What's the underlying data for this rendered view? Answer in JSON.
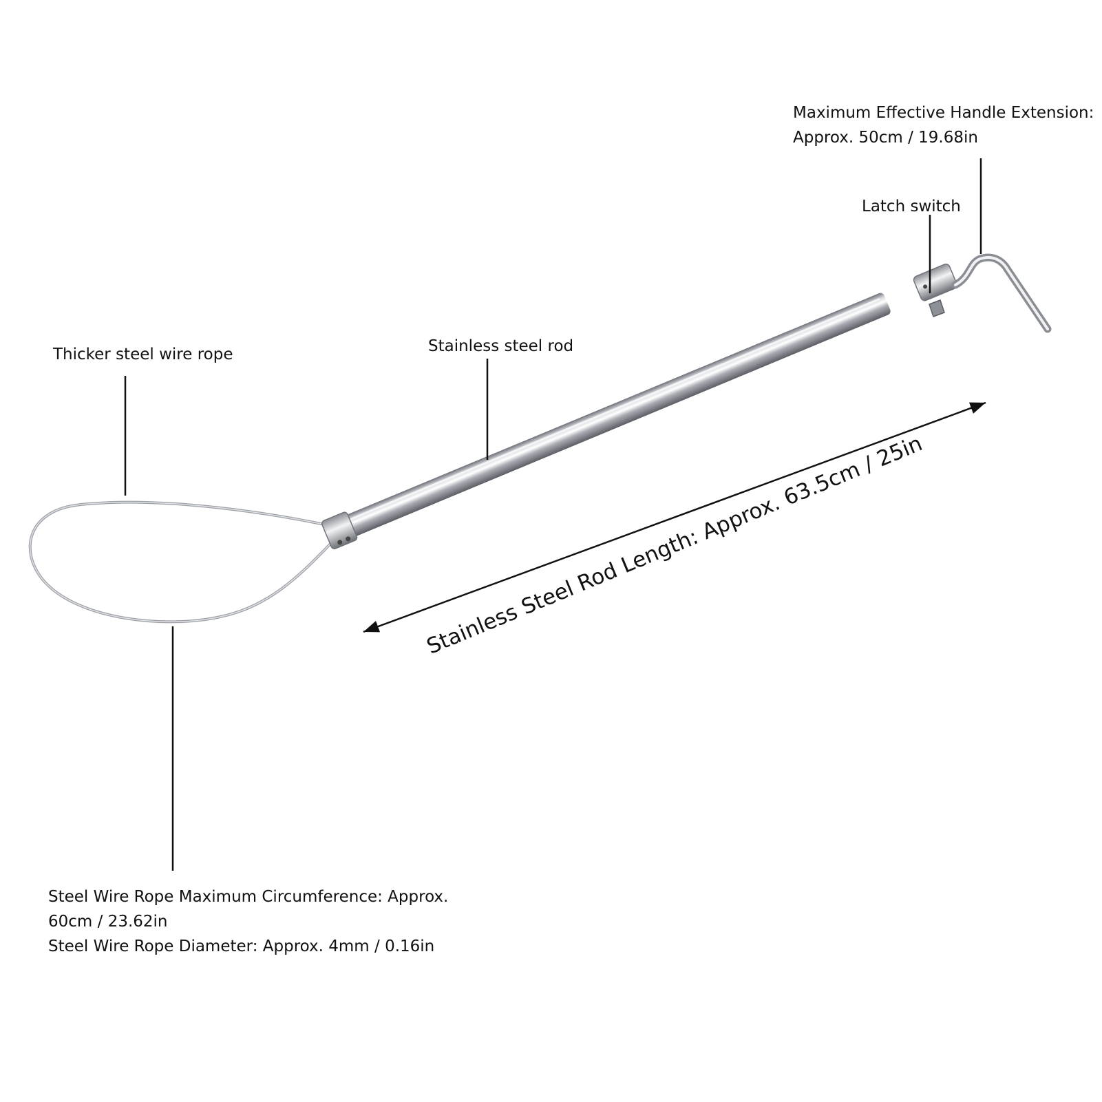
{
  "labels": {
    "handle_extension": {
      "line1": "Maximum Effective Handle Extension:",
      "line2": "Approx. 50cm / 19.68in"
    },
    "latch": "Latch switch",
    "rod": "Stainless steel rod",
    "rope": "Thicker steel wire rope",
    "specs": {
      "line1": "Steel Wire Rope Maximum Circumference: Approx.",
      "line2": "60cm / 23.62in",
      "line3": "Steel Wire Rope Diameter: Approx. 4mm / 0.16in"
    }
  },
  "dimension": {
    "text": "Stainless Steel Rod Length: Approx. 63.5cm / 25in"
  },
  "colors": {
    "background": "#ffffff",
    "text": "#111111",
    "steel": "#b9bcc2",
    "wire": "#a9adb3",
    "leader": "#111111"
  }
}
